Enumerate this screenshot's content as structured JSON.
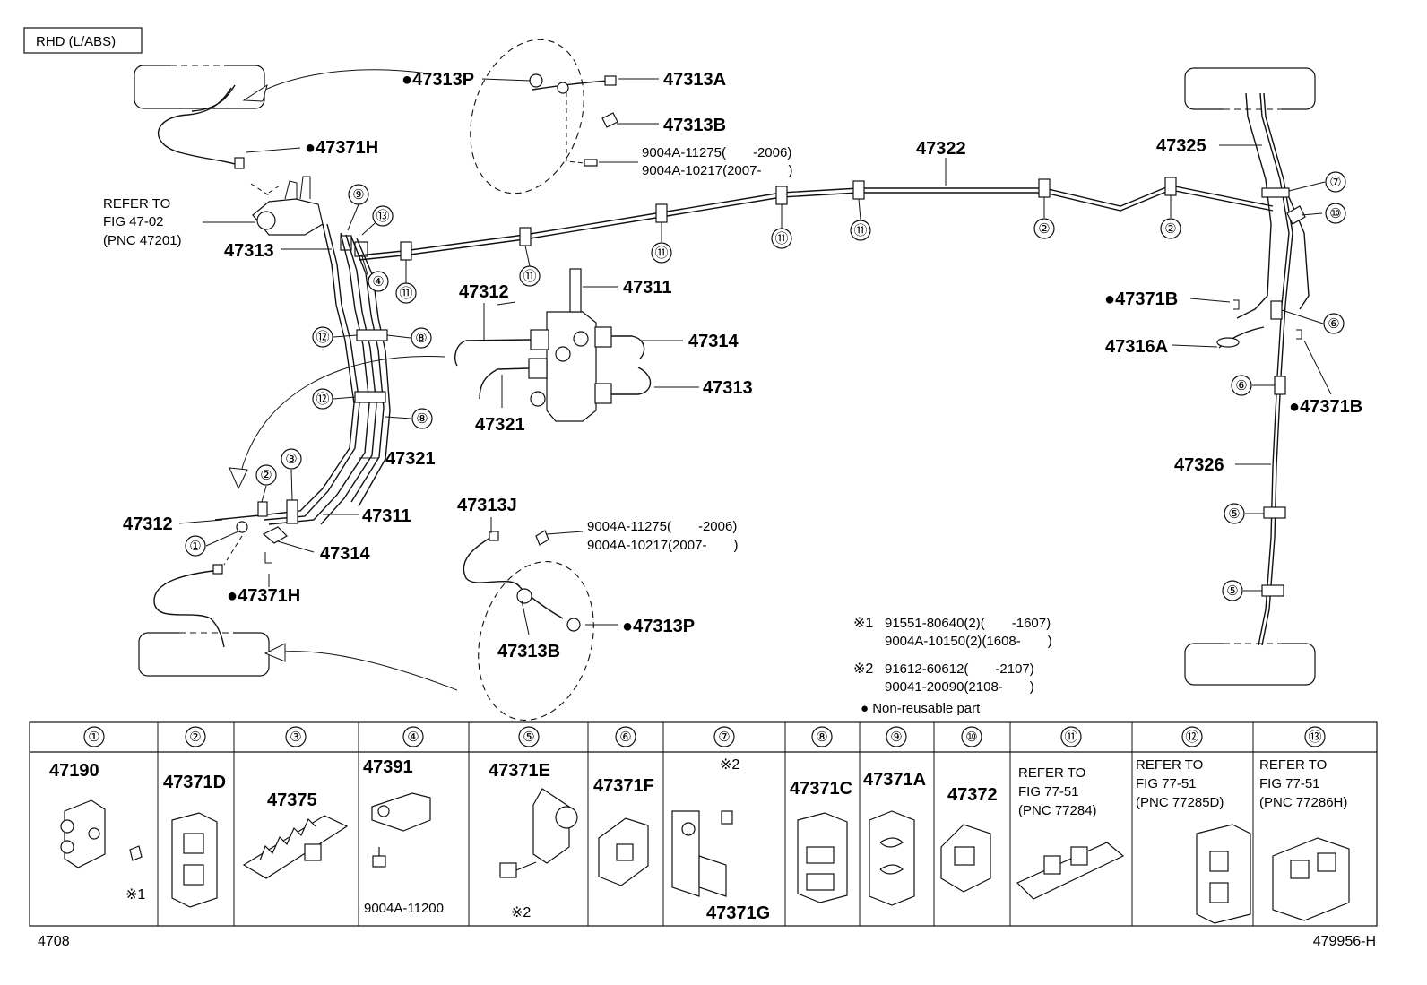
{
  "variant": "RHD (L/ABS)",
  "labels": {
    "p47313P_top": "●47313P",
    "p47313A": "47313A",
    "p47313B_top": "47313B",
    "bolt_top_1": "9004A-11275(　　-2006)",
    "bolt_top_2": "9004A-10217(2007-　　)",
    "p47371H_top": "●47371H",
    "refer_top_1": "REFER TO",
    "refer_top_2": "FIG 47-02",
    "refer_top_3": "(PNC 47201)",
    "p47313_left": "47313",
    "p47322": "47322",
    "p47325": "47325",
    "p47312_mid": "47312",
    "p47311_mid": "47311",
    "p47314_mid": "47314",
    "p47313_mid": "47313",
    "p47321_mid": "47321",
    "p47321_left": "47321",
    "p47311_left": "47311",
    "p47312_left": "47312",
    "p47314_left": "47314",
    "p47371H_bot": "●47371H",
    "p47313J": "47313J",
    "bolt_bot_1": "9004A-11275(　　-2006)",
    "bolt_bot_2": "9004A-10217(2007-　　)",
    "p47313B_bot": "47313B",
    "p47313P_bot": "●47313P",
    "p47371B_a": "●47371B",
    "p47316A": "47316A",
    "p47371B_b": "●47371B",
    "p47326": "47326",
    "note1_mark": "※1",
    "note1_line1": "91551-80640(2)(　　-1607)",
    "note1_line2": "9004A-10150(2)(1608-　　)",
    "note2_mark": "※2",
    "note2_line1": "91612-60612(　　-2107)",
    "note2_line2": "90041-20090(2108-　　)",
    "nonreusable": "● Non-reusable part",
    "footer_left": "4708",
    "footer_right": "479956-H"
  },
  "callouts": [
    "①",
    "②",
    "③",
    "④",
    "⑤",
    "⑥",
    "⑦",
    "⑧",
    "⑨",
    "⑩",
    "⑪",
    "⑫",
    "⑬"
  ],
  "legend": {
    "headers": [
      "①",
      "②",
      "③",
      "④",
      "⑤",
      "⑥",
      "⑦",
      "⑧",
      "⑨",
      "⑩",
      "⑪",
      "⑫",
      "⑬"
    ],
    "cells": {
      "c1_part": "47190",
      "c1_note": "※1",
      "c2_part": "47371D",
      "c3_part": "47375",
      "c4_part": "47391",
      "c4_bolt": "9004A-11200",
      "c5_part": "47371E",
      "c5_note": "※2",
      "c6_part": "47371F",
      "c7_note": "※2",
      "c7_part": "47371G",
      "c8_part": "47371C",
      "c9_part": "47371A",
      "c10_part": "47372",
      "c11_l1": "REFER TO",
      "c11_l2": "FIG 77-51",
      "c11_l3": "(PNC 77284)",
      "c12_l1": "REFER TO",
      "c12_l2": "FIG 77-51",
      "c12_l3": "(PNC 77285D)",
      "c13_l1": "REFER TO",
      "c13_l2": "FIG 77-51",
      "c13_l3": "(PNC 77286H)"
    }
  }
}
